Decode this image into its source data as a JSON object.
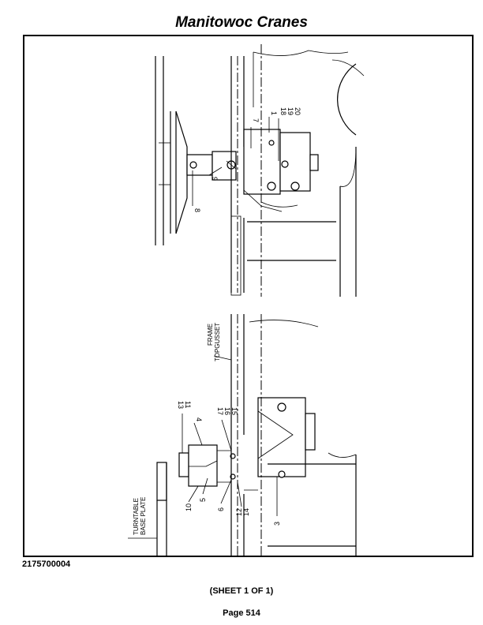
{
  "header": {
    "title": "Manitowoc Cranes"
  },
  "drawing": {
    "top_view": {
      "callouts": [
        "7",
        "1",
        "18",
        "19",
        "20",
        "9",
        "8"
      ]
    },
    "bottom_view": {
      "frame_label": [
        "FRAME",
        "TOPGUSSET"
      ],
      "turntable_label": [
        "TURNTABLE",
        "BASE PLATE"
      ],
      "callouts": [
        "13",
        "11",
        "4",
        "17",
        "16",
        "15",
        "10",
        "5",
        "6",
        "12",
        "14",
        "3"
      ]
    }
  },
  "footer": {
    "drawing_number": "2175700004",
    "sheet": "(SHEET 1 OF 1)",
    "page": "Page 514"
  }
}
